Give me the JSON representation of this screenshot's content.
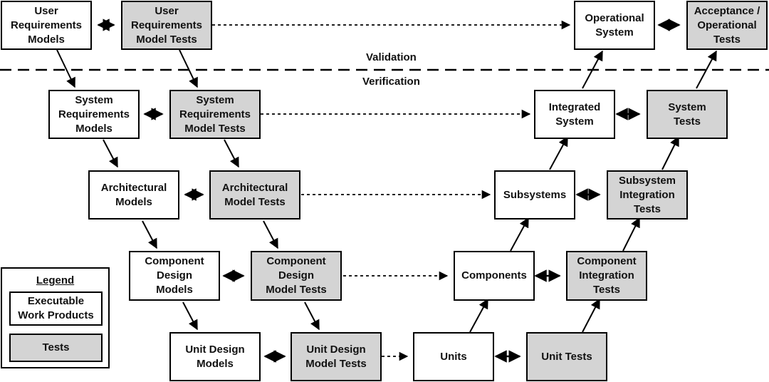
{
  "boxes": {
    "user_req_models": "User\nRequirements\nModels",
    "user_req_tests": "User\nRequirements\nModel Tests",
    "operational_system": "Operational\nSystem",
    "acceptance_tests": "Acceptance /\nOperational\nTests",
    "sys_req_models": "System\nRequirements\nModels",
    "sys_req_tests": "System\nRequirements\nModel Tests",
    "integrated_system": "Integrated\nSystem",
    "system_tests": "System\nTests",
    "arch_models": "Architectural\nModels",
    "arch_tests": "Architectural\nModel Tests",
    "subsystems": "Subsystems",
    "subsystem_tests": "Subsystem\nIntegration\nTests",
    "comp_models": "Component\nDesign\nModels",
    "comp_tests": "Component\nDesign\nModel Tests",
    "components": "Components",
    "comp_int_tests": "Component\nIntegration\nTests",
    "unit_models": "Unit Design\nModels",
    "unit_tests_design": "Unit Design\nModel Tests",
    "units": "Units",
    "unit_tests": "Unit Tests"
  },
  "labels": {
    "validation": "Validation",
    "verification": "Verification"
  },
  "legend": {
    "title": "Legend",
    "work_products": "Executable\nWork Products",
    "tests": "Tests"
  },
  "colors": {
    "test_fill": "#d4d4d4",
    "line": "#000000"
  }
}
